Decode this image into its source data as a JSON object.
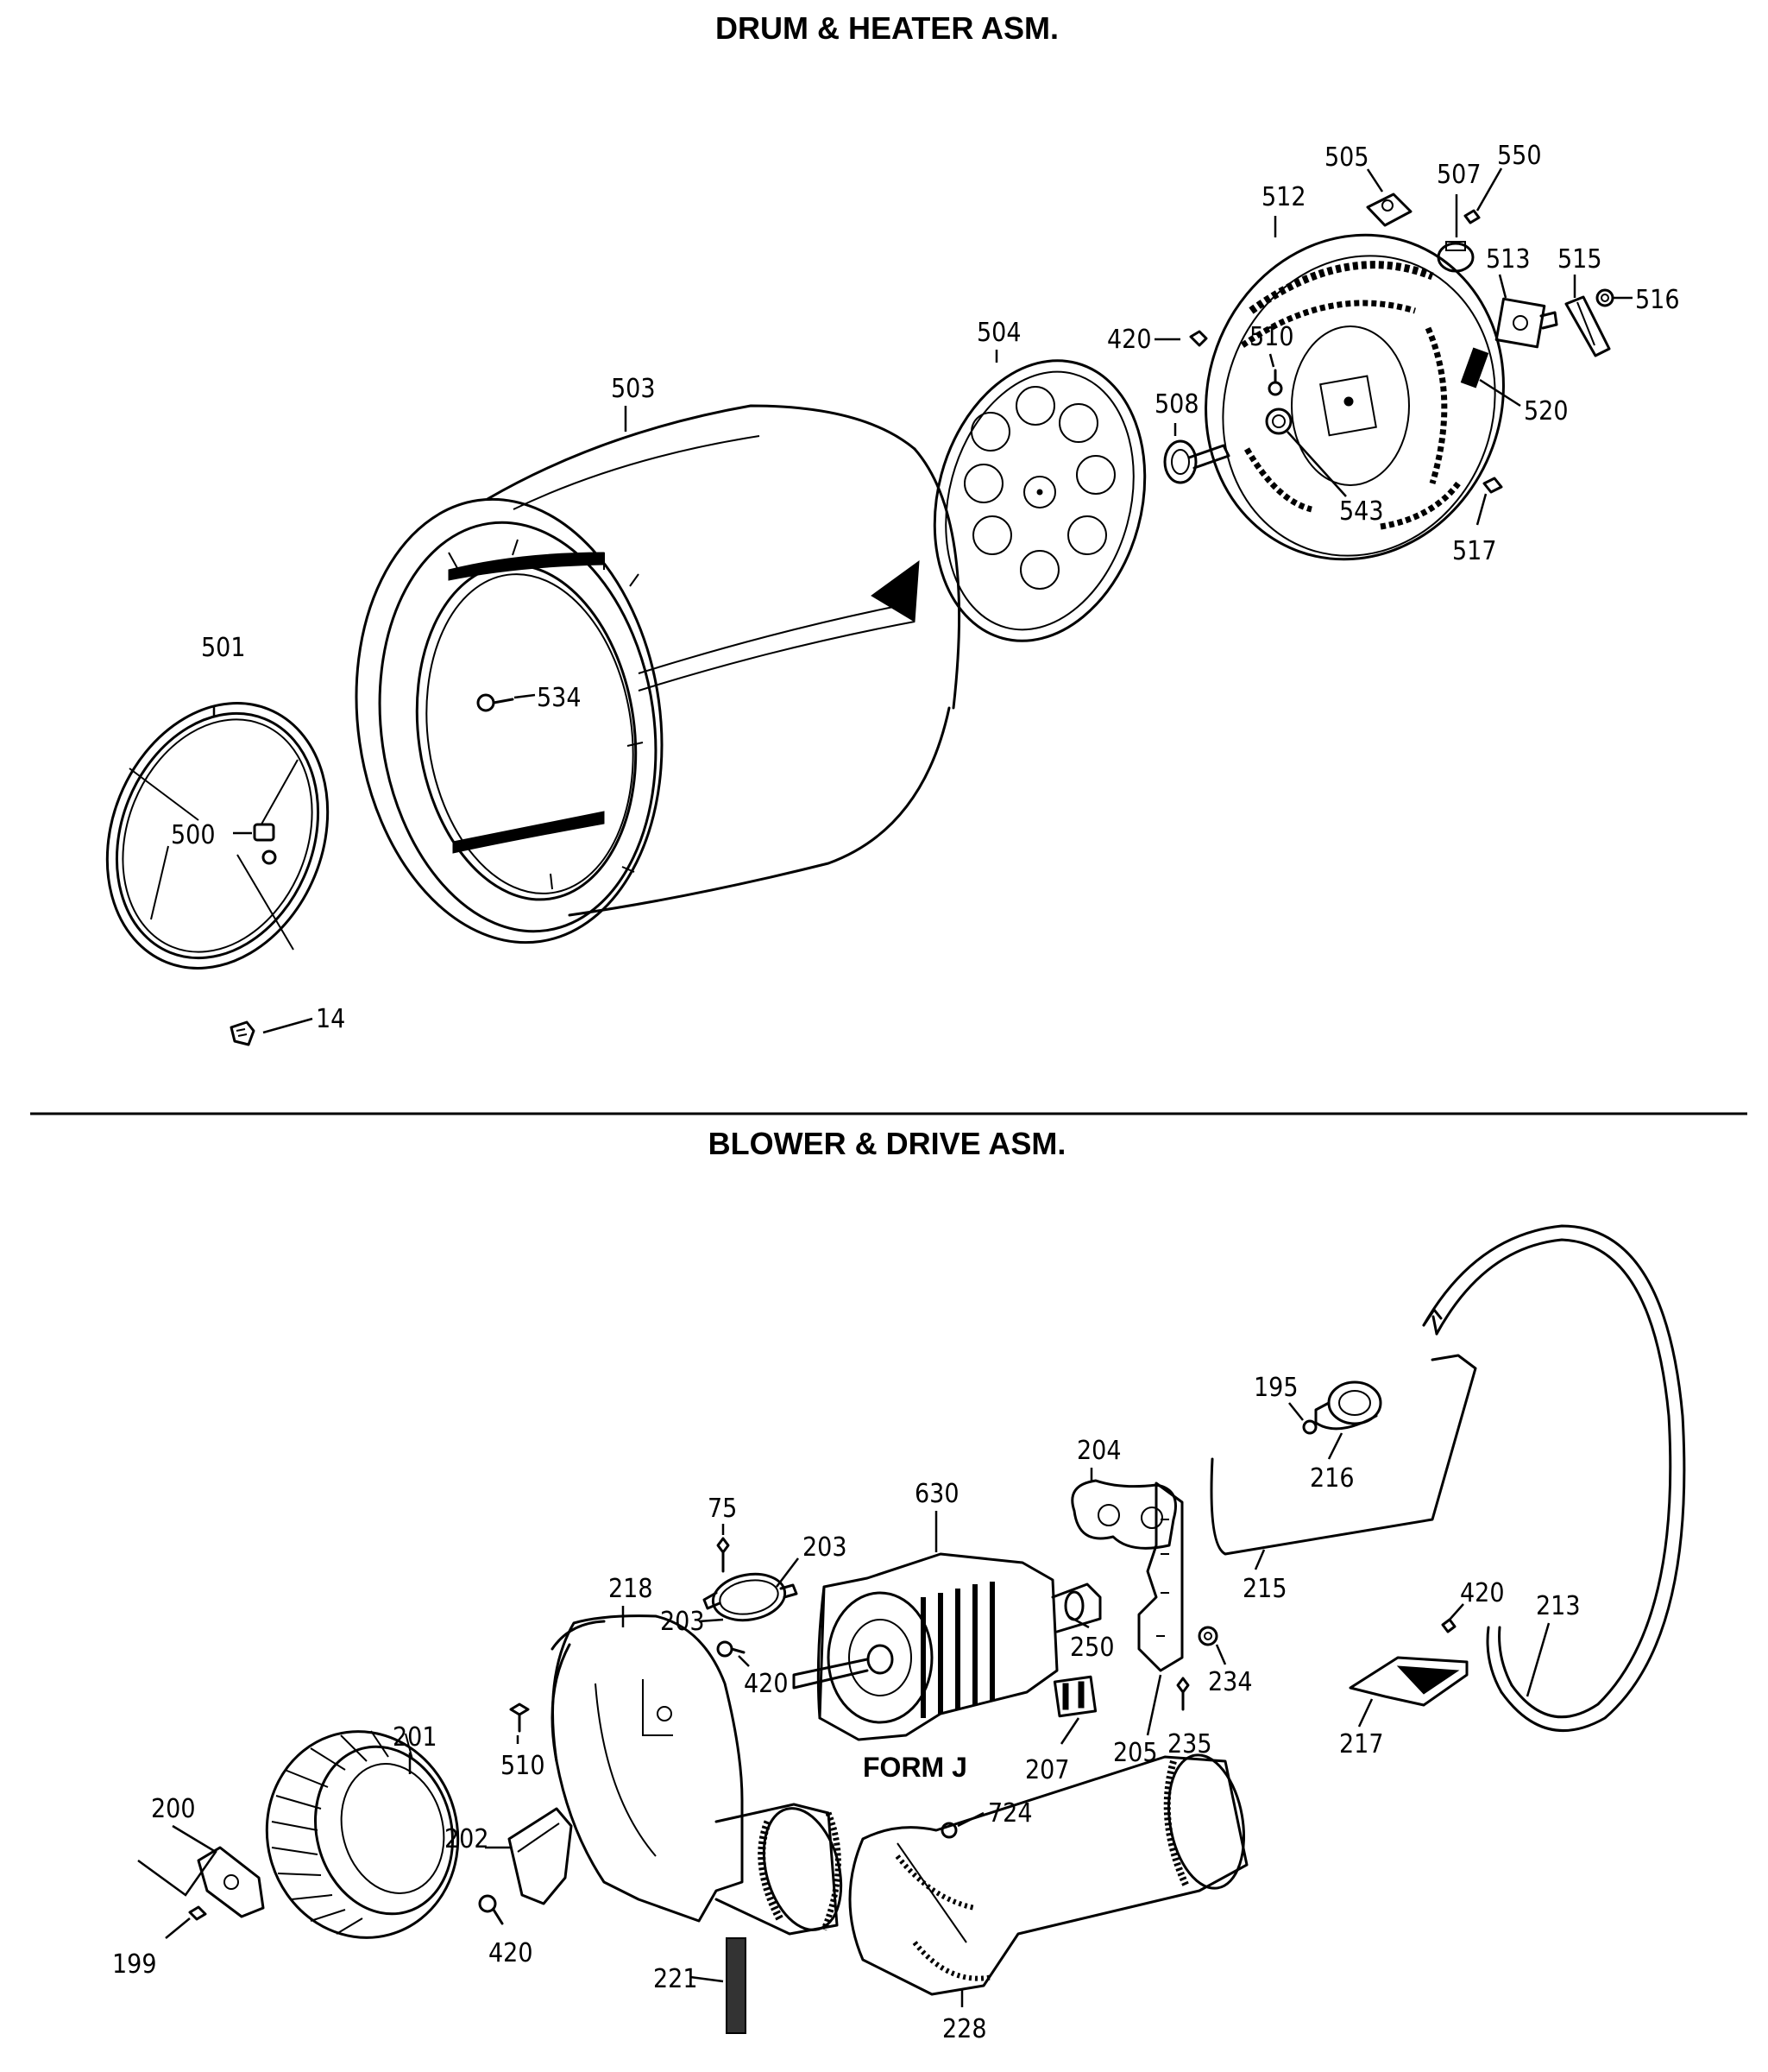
{
  "sections": {
    "top_title": "DRUM & HEATER ASM.",
    "bottom_title": "BLOWER & DRIVE ASM.",
    "form_label": "FORM J"
  },
  "callouts": {
    "c14": "14",
    "c420a": "420",
    "c500": "500",
    "c501": "501",
    "c503": "503",
    "c504": "504",
    "c505": "505",
    "c507": "507",
    "c508": "508",
    "c510a": "510",
    "c512": "512",
    "c513": "513",
    "c515": "515",
    "c516": "516",
    "c517": "517",
    "c520": "520",
    "c534": "534",
    "c543": "543",
    "c550": "550",
    "c75": "75",
    "c195": "195",
    "c199": "199",
    "c200": "200",
    "c201": "201",
    "c202": "202",
    "c203a": "203",
    "c203b": "203",
    "c204": "204",
    "c205": "205",
    "c207": "207",
    "c213": "213",
    "c215": "215",
    "c216": "216",
    "c217": "217",
    "c218": "218",
    "c221": "221",
    "c228": "228",
    "c234": "234",
    "c235": "235",
    "c250": "250",
    "c420b": "420",
    "c420c": "420",
    "c420d": "420",
    "c510b": "510",
    "c630": "630",
    "c724": "724"
  }
}
